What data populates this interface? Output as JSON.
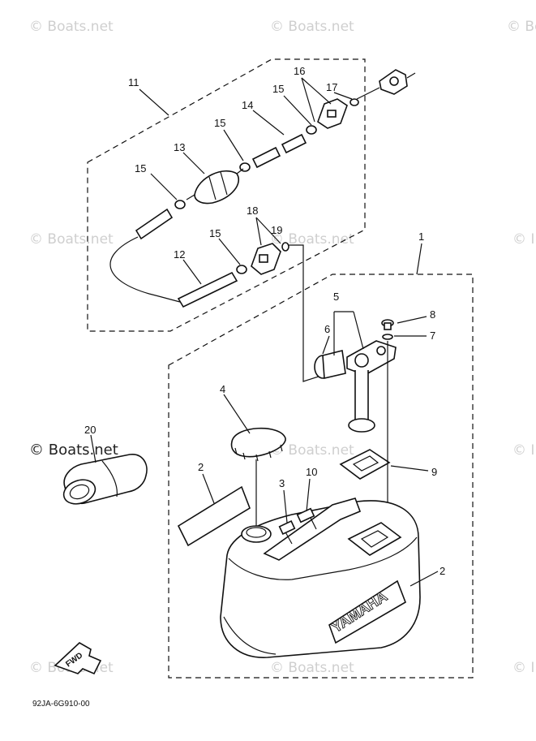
{
  "watermarks": {
    "text": "© Boats.net",
    "partial": "© Bo",
    "partial_right": "© I"
  },
  "drawing_code": "92JA-6G910-00",
  "fwd_label": "FWD",
  "brand_label": "YAMAHA",
  "callouts": {
    "c1": "1",
    "c2a": "2",
    "c2b": "2",
    "c3": "3",
    "c4": "4",
    "c5": "5",
    "c6": "6",
    "c7": "7",
    "c8": "8",
    "c9": "9",
    "c10": "10",
    "c11": "11",
    "c12": "12",
    "c13": "13",
    "c14": "14",
    "c15a": "15",
    "c15b": "15",
    "c15c": "15",
    "c15d": "15",
    "c16": "16",
    "c17": "17",
    "c18": "18",
    "c19": "19",
    "c20": "20"
  }
}
